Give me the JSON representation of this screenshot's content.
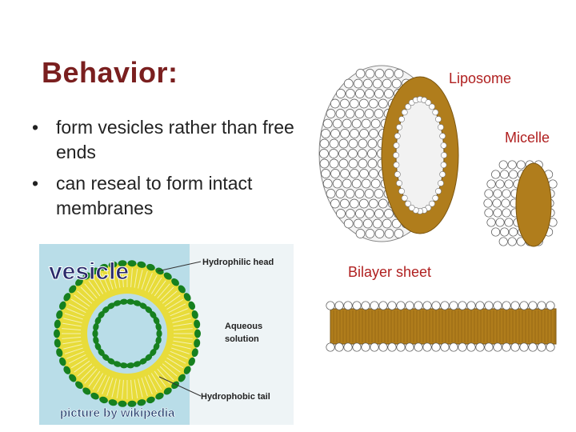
{
  "slide": {
    "title": "Behavior:",
    "bullets": [
      "form vesicles rather than free ends",
      "can reseal to form intact membranes"
    ],
    "bullet_glyph": "•"
  },
  "vesicle_figure": {
    "title": "vesicle",
    "labels": {
      "head": "Hydrophilic head",
      "aqueous_line1": "Aqueous",
      "aqueous_line2": "solution",
      "tail": "Hydrophobic tail"
    },
    "credit": "picture by wikipedia",
    "colors": {
      "background": "#b9dde8",
      "head": "#16801f",
      "tail": "#e8dc3a"
    }
  },
  "lipid_figure": {
    "labels": {
      "liposome": "Liposome",
      "micelle": "Micelle",
      "bilayer": "Bilayer sheet"
    },
    "colors": {
      "label": "#b02020",
      "tail": "#b07d1c",
      "head_fill": "#ffffff",
      "head_stroke": "#555555"
    }
  }
}
